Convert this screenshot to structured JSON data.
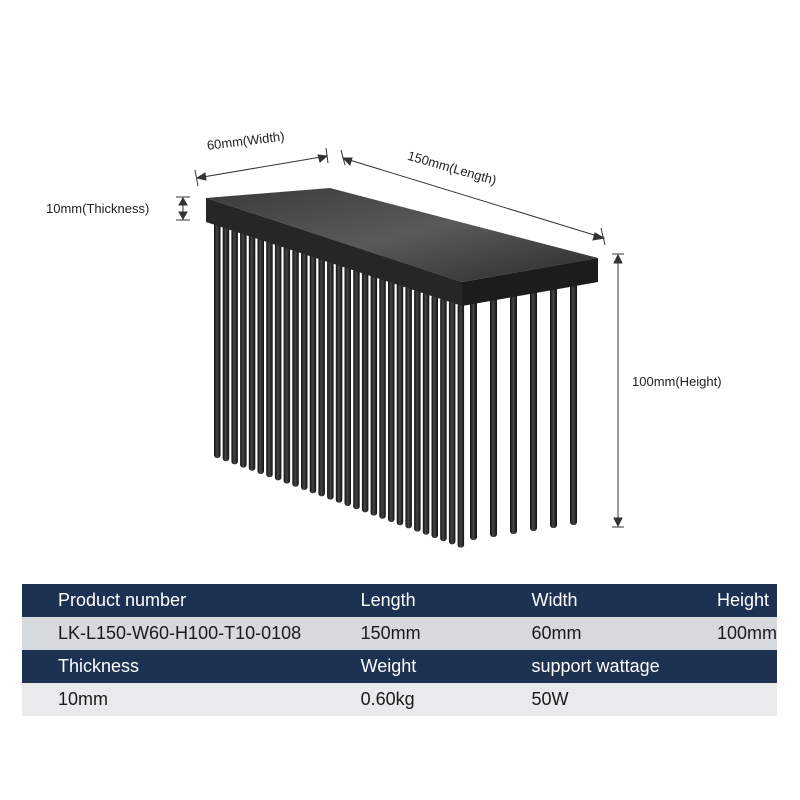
{
  "dimensions": {
    "width_label": "60mm(Width)",
    "length_label": "150mm(Length)",
    "thickness_label": "10mm(Thickness)",
    "height_label": "100mm(Height)"
  },
  "product_image": {
    "description": "black pin-fin heatsink",
    "colors": {
      "base": "#2e2e2e",
      "pins": "#1f1f1f"
    }
  },
  "table": {
    "colors": {
      "header_bg": "#1d3253",
      "header_text": "#ffffff",
      "row1_bg": "#d6d9de",
      "row2_bg": "#e9eaec"
    },
    "row1_headers": [
      "Product number",
      "Length",
      "Width",
      "Height"
    ],
    "row1_values": [
      "LK-L150-W60-H100-T10-0108",
      "150mm",
      "60mm",
      "100mm"
    ],
    "row2_headers": [
      "Thickness",
      "Weight",
      "support wattage",
      ""
    ],
    "row2_values": [
      "10mm",
      "0.60kg",
      "50W",
      ""
    ]
  }
}
